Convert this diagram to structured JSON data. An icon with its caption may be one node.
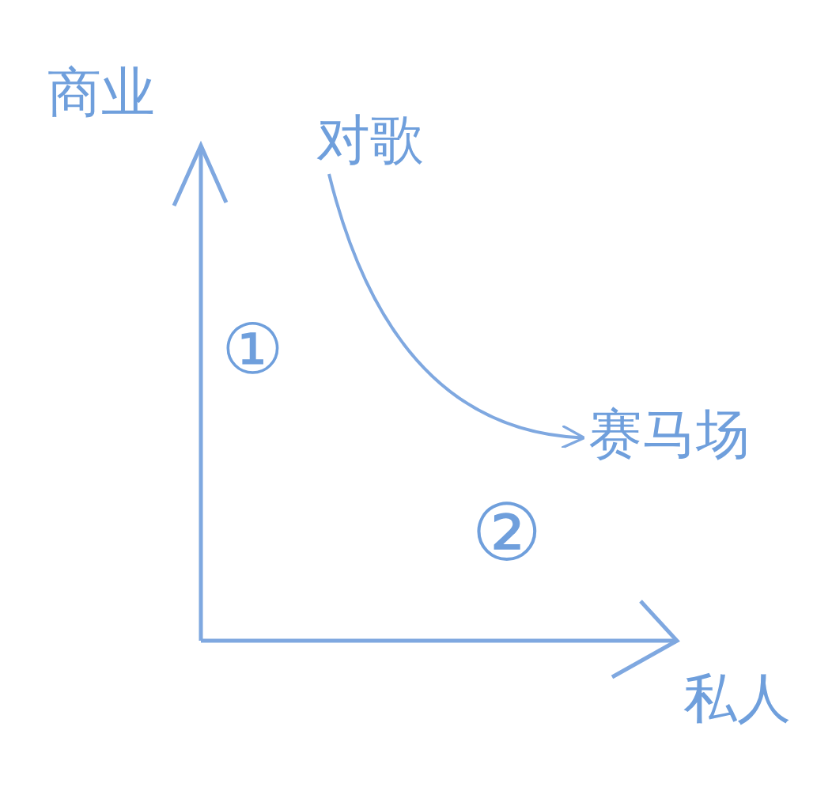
{
  "diagram": {
    "nodes": [
      {
        "text": [
          "对歌"
        ]
      },
      {
        "text": [
          "赛马场"
        ]
      }
    ],
    "edges": [
      {
        "from": 0,
        "to": 1,
        "arrow": "to"
      }
    ],
    "labels": [
      "商业",
      "私人",
      "①",
      "②"
    ]
  }
}
